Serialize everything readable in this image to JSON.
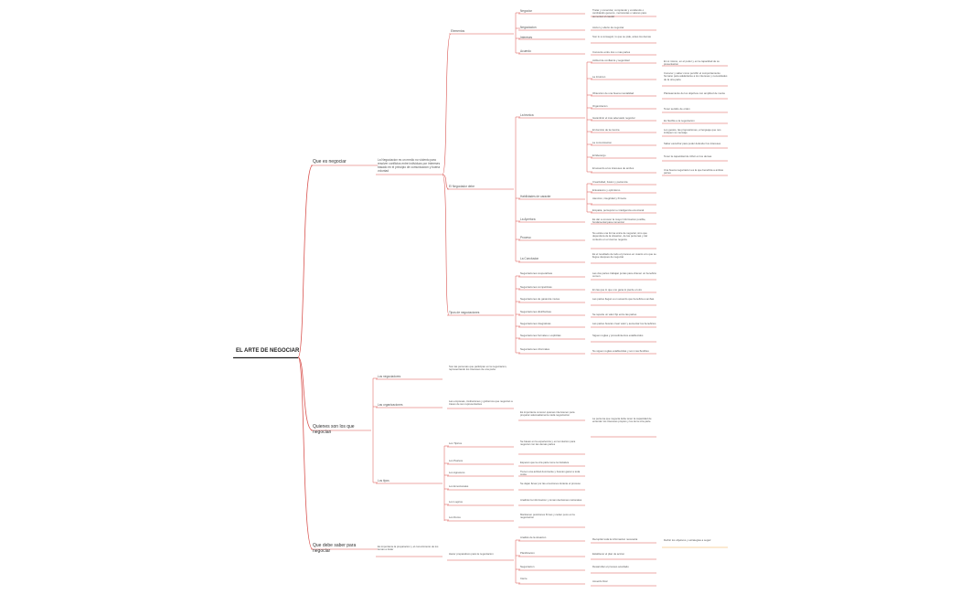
{
  "title": "EL ARTE DE NEGOCIAR",
  "colors": {
    "branch": "#d9534f",
    "root_underline": "#222222",
    "highlight": "#f0ad4e"
  },
  "branches": {
    "que_es": {
      "label": "Que es negociar",
      "def": "La Negociacion es un medio no violento para resolver conflictos entre individuos por intereses basado en el principio de comunicacion y buena voluntad",
      "elementos": {
        "label": "Elementos",
        "items": [
          {
            "label": "Negociar",
            "desc": "Tratar y comerciar, comprando y vendiendo o cambiando generos, mercancias o valores para aumentar el caudal"
          },
          {
            "label": "Negociacion",
            "desc": "Accion y efecto de negociar"
          },
          {
            "label": "Intereses",
            "desc": "Son lo a conseguir, lo que se pide, antes los demas"
          },
          {
            "label": "Acuerdo",
            "desc": "Convenio entre dos o mas partes"
          }
        ]
      },
      "negociador": {
        "label": "El Negociador debe",
        "la_tecnica": {
          "label": "La tecnica",
          "items": [
            {
              "label": "Actitud de confianza y seguridad",
              "desc": "En si mismo, en el poder y en la capacidad de su presentacion"
            },
            {
              "label": "La Intuicion",
              "desc": "Conocer y saber como percibir el comportamiento humano para adelantarse a los intereses y necesidades de la otra parte"
            },
            {
              "label": "Obtencion de una buena mentalidad",
              "desc": "Planteamiento de los objetivos con amplitud de mente"
            },
            {
              "label": "Organizacion",
              "desc": "Tener sentido de orden"
            },
            {
              "label": "Garantizar el mas adecuado negociar",
              "desc": "Es flexible a la negociacion"
            },
            {
              "label": "El dominio de la ciencia",
              "desc": "Los gestos, las proposiciones, el lenguaje que nos indiquen su mensaje"
            },
            {
              "label": "La comunicacion",
              "desc": "Saber escuchar para poder defender los intereses"
            },
            {
              "label": "El liderazgo",
              "desc": "Tener la capacidad de influir en los demas"
            },
            {
              "label": "El acuerdo a los intereses de ambos",
              "desc": "Una buena negociacion es la que beneficia a ambas partes"
            }
          ]
        },
        "habilidades": {
          "label": "Habilidades de caracter",
          "items": [
            "Creatividad, ilusion y paciencia",
            "Entusiasmo y optimismo",
            "Atencion, integridad y firmeza",
            "Empatia, percepcion e inteligencia emocional"
          ]
        },
        "apertura": {
          "label": "La Apertura",
          "desc": "Es dar a conocer la mayor informacion posible, fundamental para comenzar"
        },
        "proceso": {
          "label": "Proceso",
          "desc": "No existe una forma unica de negociar, sino que dependera de la situacion, de las personas y del contexto en el cual se negocia"
        },
        "conclusion": {
          "label": "La Conclusion",
          "desc": "Es el resultado de todo el proceso en cuanto a lo que se llegue despues de negociar"
        }
      },
      "tipos": {
        "label": "Tipos de negociaciones",
        "items": [
          {
            "label": "Negociaciones cooperativas",
            "desc": "Las dos partes trabajan juntas para obtener un beneficio comun"
          },
          {
            "label": "Negociaciones competitivas",
            "desc": "En las que lo que uno gana lo pierde el otro"
          },
          {
            "label": "Negociaciones de ganancia mutua",
            "desc": "Las partes llegan a un acuerdo que beneficia a ambas"
          },
          {
            "label": "Negociaciones distributivas",
            "desc": "Se reparte un valor fijo entre las partes"
          },
          {
            "label": "Negociaciones integrativas",
            "desc": "Las partes buscan crear valor y aumentar los beneficios"
          },
          {
            "label": "Negociaciones formales o explicitas",
            "desc": "Siguen reglas y procedimientos establecidos"
          },
          {
            "label": "Negociaciones informales",
            "desc": "No siguen reglas establecidas y son mas flexibles"
          }
        ]
      }
    },
    "quienes": {
      "label": "Quienes son los que negocian",
      "sub": [
        {
          "label": "Los negociadores",
          "desc": "Son las personas que participan en la negociacion, representando los intereses de una parte"
        },
        {
          "label": "Las organizaciones",
          "desc": "Las empresas, instituciones y gobiernos que negocian a traves de sus representantes"
        }
      ],
      "gap_desc": "Es importante conocer quienes intervienen para preparar adecuadamente cada negociacion",
      "gap_note": "La persona que negocia debe tener la capacidad de entender los intereses propios y los de la otra parte",
      "tipos_label": "Los tipos",
      "tipos": [
        {
          "label": "Los Tipicos",
          "desc": "Se basan en la experiencia y en la intuicion para negociar con las demas partes"
        },
        {
          "label": "Los Pasivos",
          "desc": "Esperan que la otra parte tome la iniciativa"
        },
        {
          "label": "Los Agresivos",
          "desc": "Tienen una actitud dominante y buscan ganar a toda costa"
        },
        {
          "label": "Los Emocionales",
          "desc": "Se dejan llevar por las emociones durante el proceso"
        },
        {
          "label": "Los Logicos",
          "desc": "Analizan la informacion y toman decisiones racionales"
        },
        {
          "label": "Los Duros",
          "desc": "Mantienen posiciones firmes y ceden poco en la negociacion"
        }
      ]
    },
    "saber": {
      "label": "Que debe saber para negociar",
      "def": "Es importante la preparacion y el conocimiento de los temas a tratar",
      "sub": "Hacer preparativos para la negociacion",
      "items": [
        {
          "label": "Analisis de la situacion",
          "desc": "Recopilar toda la informacion necesaria",
          "note": "Definir los objetivos y estrategias a seguir"
        },
        {
          "label": "Planificacion",
          "desc": "Establecer el plan de accion"
        },
        {
          "label": "Negociacion",
          "desc": "Desarrollar el proceso acordado"
        },
        {
          "label": "Cierre",
          "desc": "Acuerdo final"
        }
      ]
    }
  }
}
